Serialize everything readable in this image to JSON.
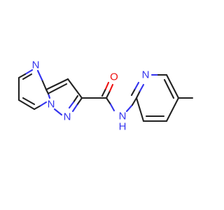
{
  "atoms": {
    "n_pyrimidine": "N",
    "n_pyrazole_bridge": "N",
    "n_pyrazole": "N",
    "oxygen": "O",
    "amide_nitrogen": "N",
    "amide_hydrogen": "H",
    "n_pyridine": "N"
  },
  "colors": {
    "bond": "#222222",
    "nitrogen": "#3333ee",
    "oxygen": "#ee1111"
  }
}
